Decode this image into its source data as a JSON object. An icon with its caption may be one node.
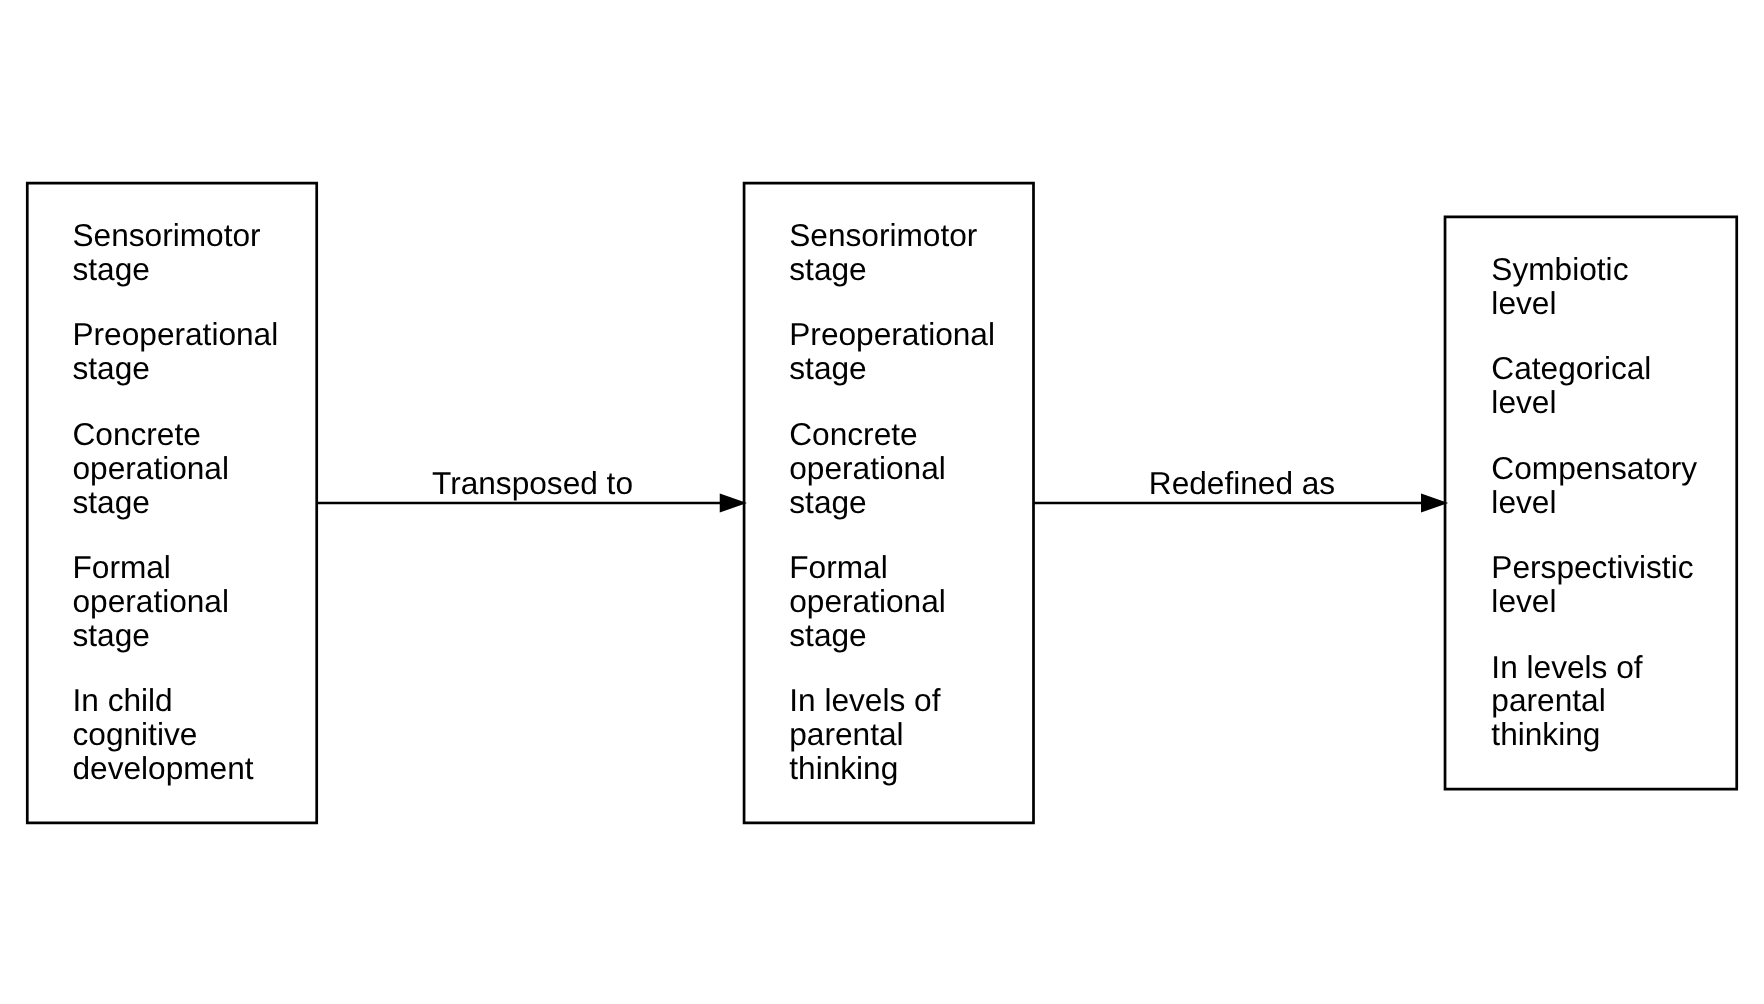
{
  "diagram": {
    "nodes": [
      {
        "text": [
          "Sensorimotor stage",
          "Preoperational stage",
          "Concrete operational stage",
          "Formal operational stage",
          "In child cognitive development"
        ]
      },
      {
        "text": [
          "Sensorimotor stage",
          "Preoperational stage",
          "Concrete operational stage",
          "Formal operational stage",
          "In levels of parental thinking"
        ]
      },
      {
        "text": [
          "Symbiotic level",
          "Categorical level",
          "Compensatory level",
          "Perspectivistic level",
          "In levels of parental thinking"
        ]
      }
    ],
    "edges": [
      {
        "from": 0,
        "to": 1,
        "arrow": "to",
        "label": "Transposed to"
      },
      {
        "from": 1,
        "to": 2,
        "arrow": "to",
        "label": "Redefined as"
      }
    ]
  }
}
